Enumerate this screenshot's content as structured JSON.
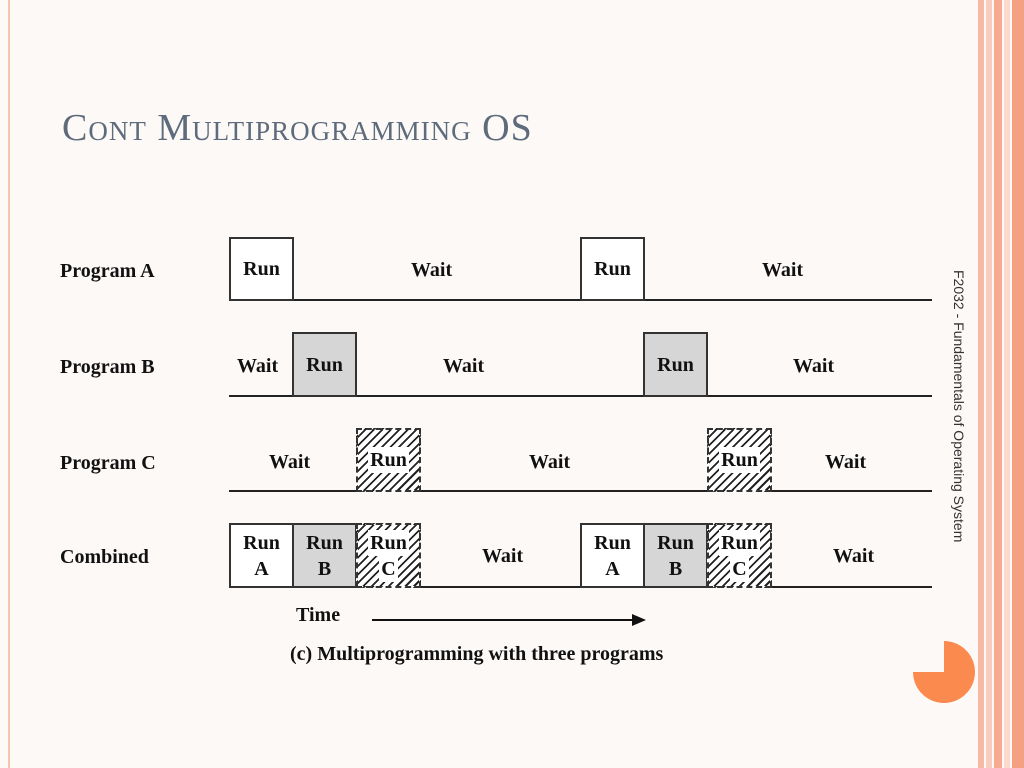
{
  "slide": {
    "title": "Cont Multiprogramming OS",
    "footer_vertical": "F2032 - Fundamentals of Operating System"
  },
  "diagram": {
    "rows": [
      {
        "label": "Program A",
        "segments": [
          {
            "text": "Run",
            "style": "white"
          },
          {
            "text": "Wait"
          },
          {
            "text": "Run",
            "style": "white"
          },
          {
            "text": "Wait"
          }
        ]
      },
      {
        "label": "Program B",
        "segments": [
          {
            "text": "Wait"
          },
          {
            "text": "Run",
            "style": "gray"
          },
          {
            "text": "Wait"
          },
          {
            "text": "Run",
            "style": "gray"
          },
          {
            "text": "Wait"
          }
        ]
      },
      {
        "label": "Program C",
        "segments": [
          {
            "text": "Wait"
          },
          {
            "text": "Run",
            "style": "hatch"
          },
          {
            "text": "Wait"
          },
          {
            "text": "Run",
            "style": "hatch"
          },
          {
            "text": "Wait"
          }
        ]
      },
      {
        "label": "Combined",
        "segments": [
          {
            "line1": "Run",
            "line2": "A",
            "style": "white"
          },
          {
            "line1": "Run",
            "line2": "B",
            "style": "gray"
          },
          {
            "line1": "Run",
            "line2": "C",
            "style": "hatch"
          },
          {
            "text": "Wait"
          },
          {
            "line1": "Run",
            "line2": "A",
            "style": "white"
          },
          {
            "line1": "Run",
            "line2": "B",
            "style": "gray"
          },
          {
            "line1": "Run",
            "line2": "C",
            "style": "hatch"
          },
          {
            "text": "Wait"
          }
        ]
      }
    ],
    "time_label": "Time",
    "caption": "(c) Multiprogramming with three programs"
  }
}
